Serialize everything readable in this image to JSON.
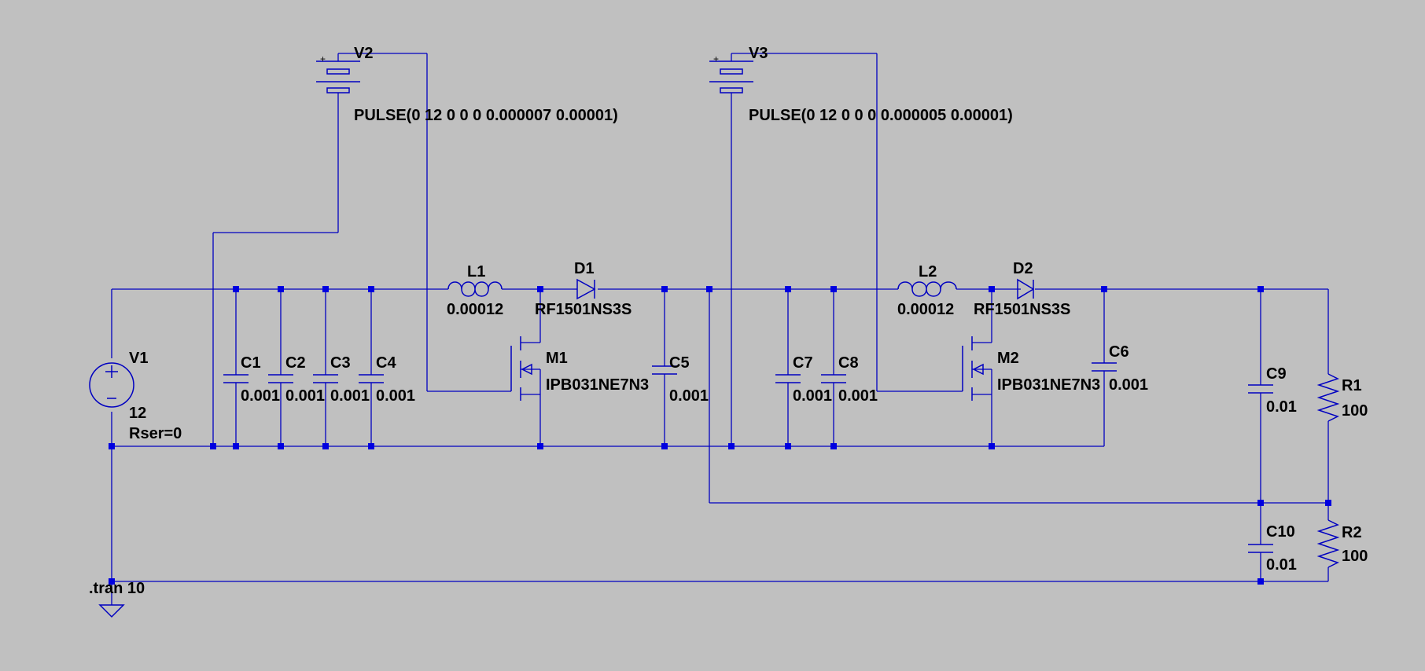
{
  "schematic": {
    "sources": {
      "v1": {
        "name": "V1",
        "value": "12",
        "param": "Rser=0"
      },
      "v2": {
        "name": "V2",
        "value": "PULSE(0 12 0 0 0 0.000007 0.00001)"
      },
      "v3": {
        "name": "V3",
        "value": "PULSE(0 12 0 0 0 0.000005 0.00001)"
      }
    },
    "capacitors": {
      "c1": {
        "name": "C1",
        "value": "0.001"
      },
      "c2": {
        "name": "C2",
        "value": "0.001"
      },
      "c3": {
        "name": "C3",
        "value": "0.001"
      },
      "c4": {
        "name": "C4",
        "value": "0.001"
      },
      "c5": {
        "name": "C5",
        "value": "0.001"
      },
      "c6": {
        "name": "C6",
        "value": "0.001"
      },
      "c7": {
        "name": "C7",
        "value": "0.001"
      },
      "c8": {
        "name": "C8",
        "value": "0.001"
      },
      "c9": {
        "name": "C9",
        "value": "0.01"
      },
      "c10": {
        "name": "C10",
        "value": "0.01"
      }
    },
    "inductors": {
      "l1": {
        "name": "L1",
        "value": "0.00012"
      },
      "l2": {
        "name": "L2",
        "value": "0.00012"
      }
    },
    "diodes": {
      "d1": {
        "name": "D1",
        "model": "RF1501NS3S"
      },
      "d2": {
        "name": "D2",
        "model": "RF1501NS3S"
      }
    },
    "mosfets": {
      "m1": {
        "name": "M1",
        "model": "IPB031NE7N3"
      },
      "m2": {
        "name": "M2",
        "model": "IPB031NE7N3"
      }
    },
    "resistors": {
      "r1": {
        "name": "R1",
        "value": "100"
      },
      "r2": {
        "name": "R2",
        "value": "100"
      }
    },
    "directive": ".tran 10",
    "battery_plus": "+",
    "colors": {
      "background": "#c0c0c0",
      "wire": "#0000c0",
      "junction": "#0000e0",
      "text": "#000000"
    }
  }
}
